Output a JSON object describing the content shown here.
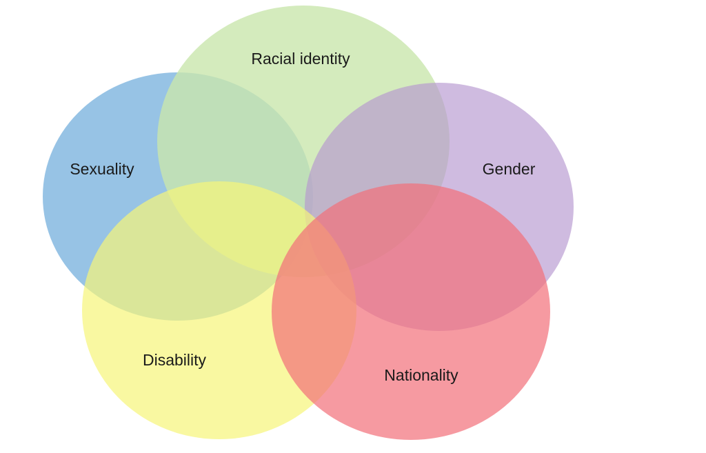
{
  "sets": [
    {
      "id": "sexuality",
      "label": "Sexuality",
      "color": "#85b8e0"
    },
    {
      "id": "racial-identity",
      "label": "Racial identity",
      "color": "#c9e6ad"
    },
    {
      "id": "gender",
      "label": "Gender",
      "color": "#b696d0"
    },
    {
      "id": "disability",
      "label": "Disability",
      "color": "#f7f579"
    },
    {
      "id": "nationality",
      "label": "Nationality",
      "color": "#f26f79"
    }
  ]
}
